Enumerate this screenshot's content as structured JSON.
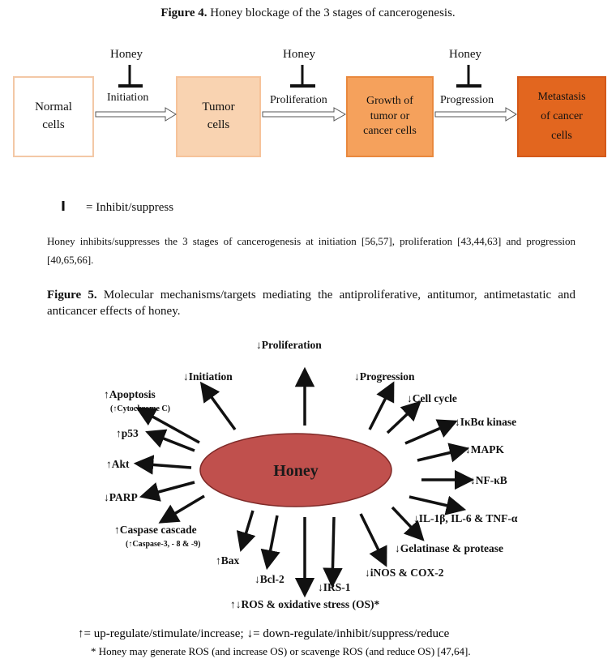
{
  "figure4": {
    "title_bold": "Figure 4.",
    "title_rest": " Honey blockage of the 3 stages of cancerogenesis.",
    "honey_label": "Honey",
    "boxes": [
      {
        "lines": [
          "Normal",
          "cells"
        ],
        "fill": "#ffffff",
        "border": "#f3c8a6"
      },
      {
        "lines": [
          "Tumor",
          "cells"
        ],
        "fill": "#f9d3b1",
        "border": "#f6c39a"
      },
      {
        "lines": [
          "Growth of",
          "tumor or",
          "cancer cells"
        ],
        "fill": "#f5a15c",
        "border": "#e9893e"
      },
      {
        "lines": [
          "Metastasis",
          "of cancer",
          "cells"
        ],
        "fill": "#e2661f",
        "border": "#d4591a"
      }
    ],
    "steps": [
      "Initiation",
      "Proliferation",
      "Progression"
    ],
    "legend": "= Inhibit/suppress",
    "caption": "Honey inhibits/suppresses the 3 stages of cancerogenesis at initiation [56,57], proliferation [43,44,63] and progression [40,65,66]."
  },
  "figure5": {
    "title_bold": "Figure 5.",
    "title_rest": " Molecular mechanisms/targets mediating the antiproliferative, antitumor, antimetastatic and anticancer effects of honey.",
    "center": "Honey",
    "center_fill": "#c0504d",
    "labels": {
      "proliferation": "Proliferation",
      "initiation": "Initiation",
      "progression": "Progression",
      "apoptosis": "Apoptosis",
      "cytochrome": "Cytochrome C)",
      "p53": "p53",
      "akt": "Akt",
      "parp": "PARP",
      "caspase": "Caspase cascade",
      "caspase_sub": "Caspase-3, - 8 & -9)",
      "bax": "Bax",
      "bcl2": "Bcl-2",
      "irs1": "IRS-1",
      "ros": "ROS & oxidative stress (OS)*",
      "inos": "iNOS & COX-2",
      "gelatinase": "Gelatinase & protease",
      "il": "IL-1β, IL-6 & TNF-α",
      "nfkb": "NF-κB",
      "mapk": "MAPK",
      "ikba": "IκBα kinase",
      "cellcycle": "Cell cycle"
    },
    "legend_up": "= up-regulate/stimulate/increase;",
    "legend_down": "= down-regulate/inhibit/suppress/reduce",
    "footnote": "* Honey may generate ROS (and increase OS) or scavenge ROS (and reduce OS) [47,64]."
  }
}
